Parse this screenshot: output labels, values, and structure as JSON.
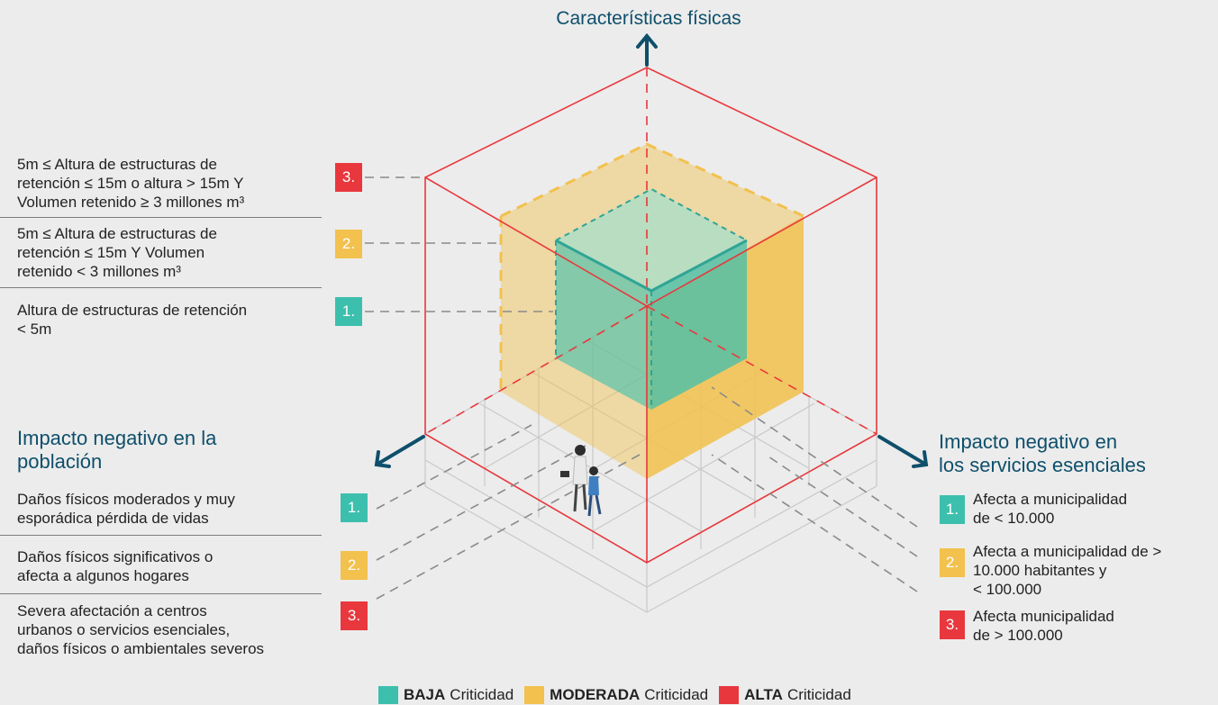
{
  "colors": {
    "baja": "#3dbfad",
    "moderada": "#f2c14e",
    "alta": "#e8383d",
    "axis": "#0e4f6b",
    "grid": "#c8c8c8"
  },
  "title_top": "Características físicas",
  "left_levels": [
    {
      "num": "3.",
      "text_line1": "5m ≤ Altura de estructuras de",
      "text_line2": "retención ≤ 15m o altura > 15m Y",
      "text_line3": "Volumen retenido ≥ 3 millones m³"
    },
    {
      "num": "2.",
      "text_line1": "5m ≤ Altura de estructuras de",
      "text_line2": "retención ≤ 15m Y Volumen",
      "text_line3": "retenido < 3 millones m³"
    },
    {
      "num": "1.",
      "text_line1": "Altura de estructuras de retención",
      "text_line2": "< 5m"
    }
  ],
  "poblacion": {
    "heading_line1": "Impacto negativo en la",
    "heading_line2": "población",
    "items": [
      {
        "num": "1.",
        "line1": "Daños físicos moderados y muy",
        "line2": "esporádica pérdida de vidas"
      },
      {
        "num": "2.",
        "line1": "Daños físicos significativos o",
        "line2": "afecta a algunos hogares"
      },
      {
        "num": "3.",
        "line1": "Severa afectación a centros",
        "line2": "urbanos o servicios esenciales,",
        "line3": "daños físicos o ambientales severos"
      }
    ]
  },
  "servicios": {
    "heading_line1": "Impacto negativo en",
    "heading_line2": "los servicios esenciales",
    "items": [
      {
        "num": "1.",
        "line1": "Afecta a municipalidad",
        "line2": "de < 10.000"
      },
      {
        "num": "2.",
        "line1": "Afecta a municipalidad de >",
        "line2": "10.000 habitantes y",
        "line3": "< 100.000"
      },
      {
        "num": "3.",
        "line1": "Afecta municipalidad",
        "line2": "de > 100.000"
      }
    ]
  },
  "legend": [
    {
      "bold": "BAJA",
      "label": "Criticidad",
      "color": "#3dbfad"
    },
    {
      "bold": "MODERADA",
      "label": "Criticidad",
      "color": "#f2c14e"
    },
    {
      "bold": "ALTA",
      "label": "Criticidad",
      "color": "#e8383d"
    }
  ]
}
